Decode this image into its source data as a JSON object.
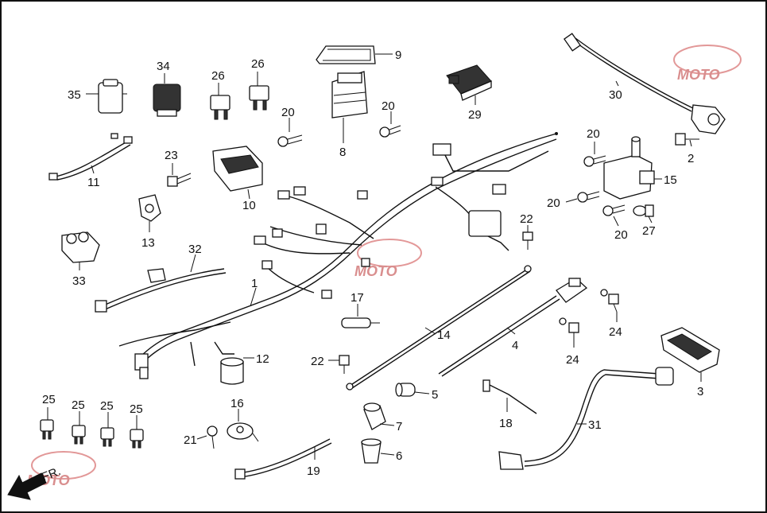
{
  "diagram": {
    "front_marker": "FR.",
    "watermark": "MOTO",
    "part_numbers": {
      "p1": "1",
      "p2": "2",
      "p3": "3",
      "p4": "4",
      "p5": "5",
      "p6": "6",
      "p7": "7",
      "p8": "8",
      "p9": "9",
      "p10": "10",
      "p11": "11",
      "p12": "12",
      "p13": "13",
      "p14": "14",
      "p15": "15",
      "p16": "16",
      "p17": "17",
      "p18": "18",
      "p19": "19",
      "p20a": "20",
      "p20b": "20",
      "p20c": "20",
      "p20d": "20",
      "p20e": "20",
      "p21": "21",
      "p22a": "22",
      "p22b": "22",
      "p23": "23",
      "p24a": "24",
      "p24b": "24",
      "p25a": "25",
      "p25b": "25",
      "p25c": "25",
      "p25d": "25",
      "p26a": "26",
      "p26b": "26",
      "p27": "27",
      "p29": "29",
      "p30": "30",
      "p31": "31",
      "p32": "32",
      "p33": "33",
      "p34": "34",
      "p35": "35"
    }
  }
}
